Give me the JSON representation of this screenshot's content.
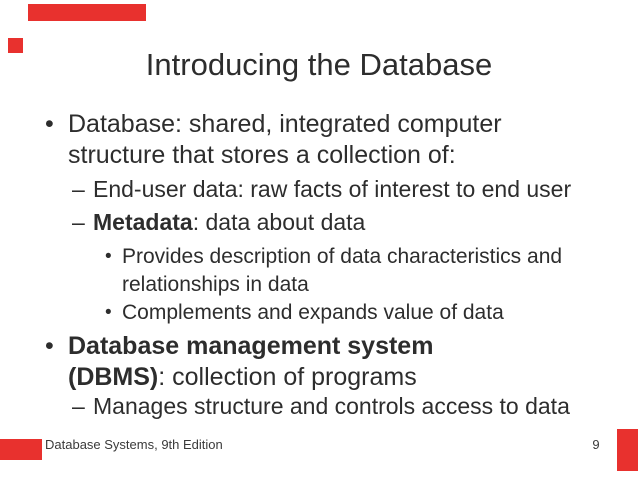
{
  "slide": {
    "title": "Introducing the Database",
    "bullets": [
      {
        "level": 1,
        "marker": "•",
        "segments": [
          {
            "text": "Database: shared, integrated computer structure that stores a collection of:",
            "bold": false
          }
        ]
      },
      {
        "level": 2,
        "marker": "–",
        "segments": [
          {
            "text": "End-user data: raw facts of interest to end user",
            "bold": false
          }
        ]
      },
      {
        "level": 2,
        "marker": "–",
        "segments": [
          {
            "text": "Metadata",
            "bold": true
          },
          {
            "text": ": data about data",
            "bold": false
          }
        ]
      },
      {
        "level": 3,
        "marker": "•",
        "segments": [
          {
            "text": "Provides description of data characteristics and relationships in data",
            "bold": false
          }
        ]
      },
      {
        "level": 3,
        "marker": "•",
        "segments": [
          {
            "text": "Complements and expands value of data",
            "bold": false
          }
        ]
      },
      {
        "level": 1,
        "marker": "•",
        "segments": [
          {
            "text": "Database management system (DBMS)",
            "bold": true
          },
          {
            "text": ": collection of programs",
            "bold": false
          }
        ]
      },
      {
        "level": 2,
        "marker": "–",
        "segments": [
          {
            "text": "Manages structure and controls access to data",
            "bold": false
          }
        ]
      }
    ],
    "footer": {
      "book_title": "Database Systems, 9th Edition",
      "page_number": "9"
    },
    "colors": {
      "background": "#ffffff",
      "text": "#2d2d2d",
      "accent_red": "#e8312e"
    },
    "decorations": [
      {
        "name": "red-corner-mark-top-left-bar"
      },
      {
        "name": "red-corner-mark-top-left-square"
      },
      {
        "name": "red-corner-mark-bottom-left-bar"
      },
      {
        "name": "red-corner-mark-bottom-right-bar"
      }
    ]
  }
}
